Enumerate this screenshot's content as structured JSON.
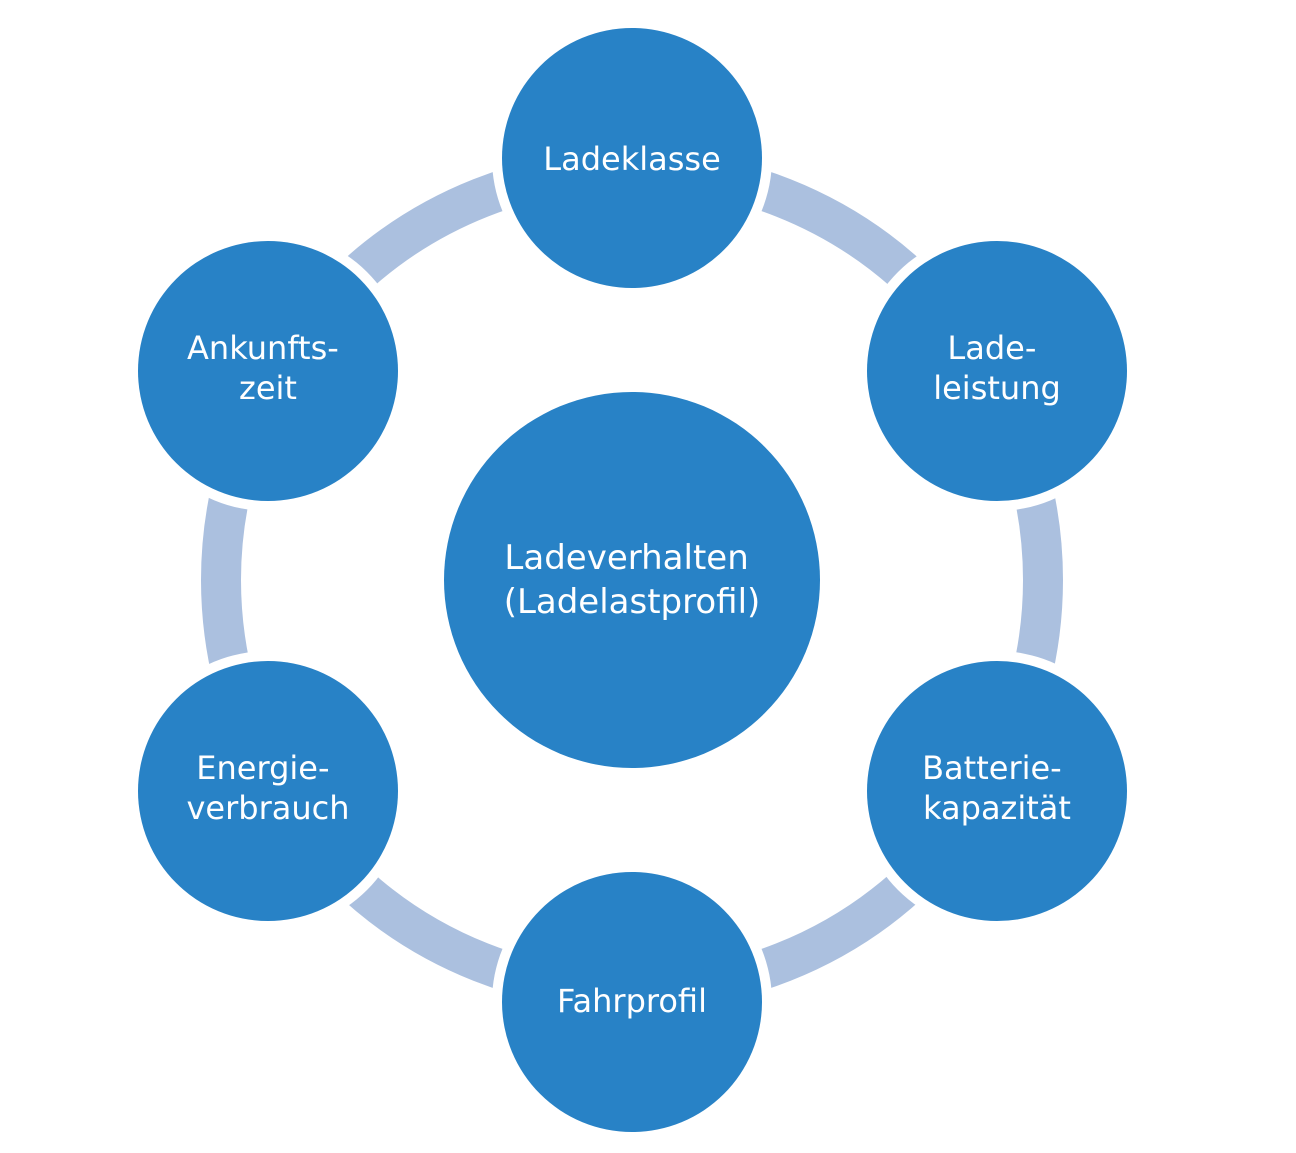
{
  "colors": {
    "node_fill": "#2882C6",
    "ring": "#ABC0DF",
    "background": "#FFFFFF",
    "text": "#FFFFFF"
  },
  "center": {
    "line1": "Ladeverhalten",
    "line2": "(Ladelastprofil)"
  },
  "nodes": [
    {
      "lines": [
        "Ladeklasse"
      ]
    },
    {
      "lines": [
        "Lade-",
        "leistung"
      ]
    },
    {
      "lines": [
        "Batterie-",
        "kapazität"
      ]
    },
    {
      "lines": [
        "Fahrprofil"
      ]
    },
    {
      "lines": [
        "Energie-",
        "verbrauch"
      ]
    },
    {
      "lines": [
        "Ankunfts-",
        "zeit"
      ]
    }
  ]
}
